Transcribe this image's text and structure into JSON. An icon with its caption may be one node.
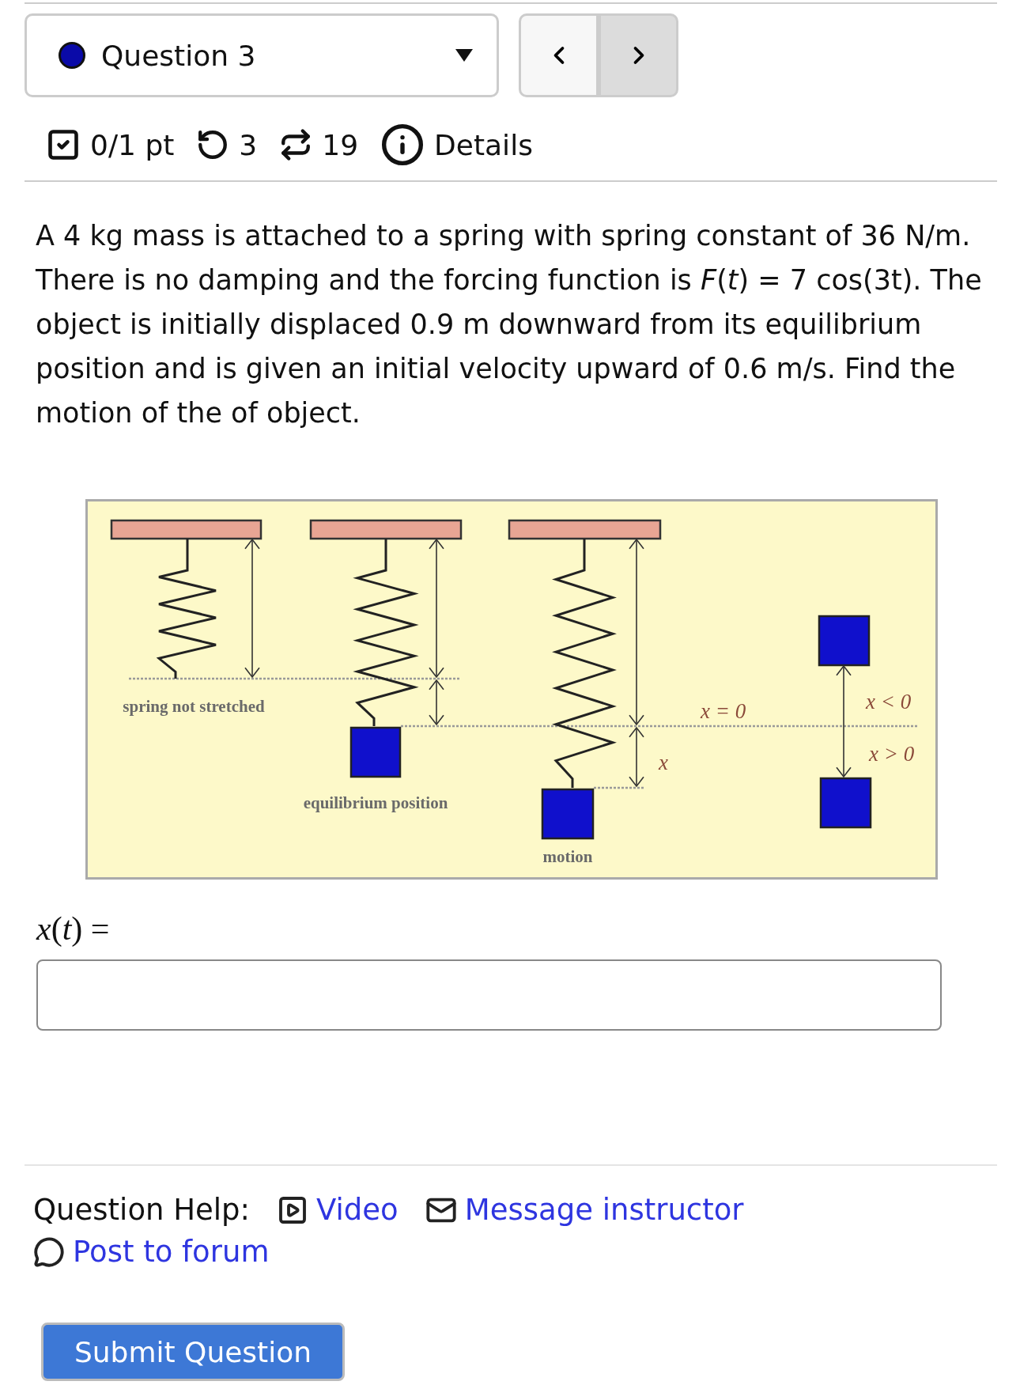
{
  "diagram": {
    "labels": [
      "Question 3",
      "0/1 pt",
      "3",
      "19",
      "Details",
      "A 4 kg mass is attached to a spring with spring constant of 36 N/m. There is no damping and the forcing function is *F*(*t*) = 7 cos(3t). The object is initially displaced 0.9 m downward from its equilibrium position and is given an initial velocity upward of 0.6 m/s. Find the motion of the of object.",
      "spring not stretched",
      "x < 0",
      "x = 0",
      "x > 0",
      "x",
      "equilibrium position",
      "motion",
      "*x*(*t*) =",
      "Question Help:",
      "Video",
      "Message instructor",
      "Post to forum",
      "Submit Question"
    ]
  }
}
